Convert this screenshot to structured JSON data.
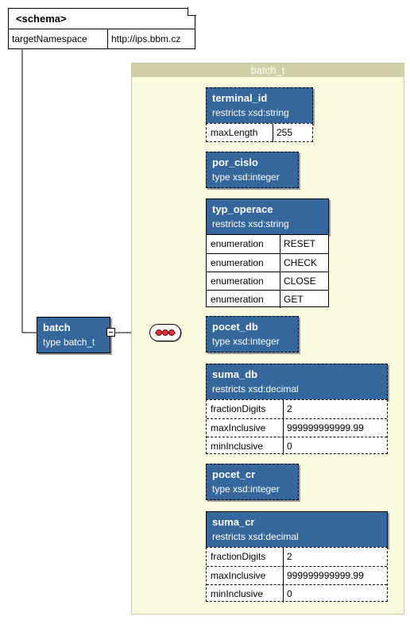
{
  "schema": {
    "title": "<schema>",
    "attr_name": "targetNamespace",
    "attr_value": "http://ips.bbm.cz"
  },
  "root_element": {
    "name": "batch",
    "type": "type batch_t"
  },
  "complex_type": {
    "name": "batch_t"
  },
  "children": [
    {
      "name": "terminal_id",
      "type": "restricts xsd:string",
      "facets": [
        {
          "key": "maxLength",
          "value": "255"
        }
      ]
    },
    {
      "name": "por_cislo",
      "type": "type xsd:integer",
      "facets": []
    },
    {
      "name": "typ_operace",
      "type": "restricts xsd:string",
      "facets": [
        {
          "key": "enumeration",
          "value": "RESET"
        },
        {
          "key": "enumeration",
          "value": "CHECK"
        },
        {
          "key": "enumeration",
          "value": "CLOSE"
        },
        {
          "key": "enumeration",
          "value": "GET"
        }
      ]
    },
    {
      "name": "pocet_db",
      "type": "type xsd:integer",
      "facets": []
    },
    {
      "name": "suma_db",
      "type": "restricts xsd:decimal",
      "facets": [
        {
          "key": "fractionDigits",
          "value": "2"
        },
        {
          "key": "maxInclusive",
          "value": "999999999999.99"
        },
        {
          "key": "minInclusive",
          "value": "0"
        }
      ]
    },
    {
      "name": "pocet_cr",
      "type": "type xsd:integer",
      "facets": []
    },
    {
      "name": "suma_cr",
      "type": "restricts xsd:decimal",
      "facets": [
        {
          "key": "fractionDigits",
          "value": "2"
        },
        {
          "key": "maxInclusive",
          "value": "999999999999.99"
        },
        {
          "key": "minInclusive",
          "value": "0"
        }
      ]
    }
  ]
}
